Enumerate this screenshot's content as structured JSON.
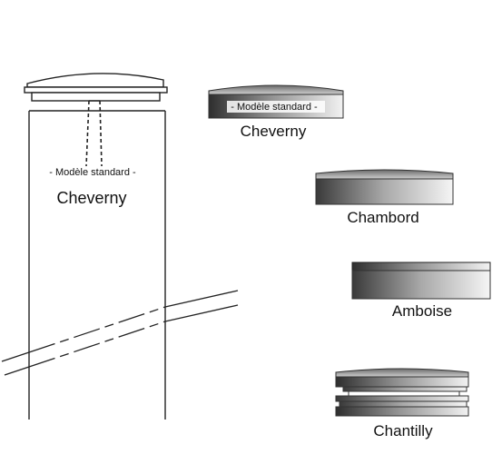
{
  "post": {
    "subtitle": "- Modèle standard -",
    "name": "Cheverny"
  },
  "caps": [
    {
      "name": "Cheverny",
      "subtitle": "- Modèle standard -"
    },
    {
      "name": "Chambord"
    },
    {
      "name": "Amboise"
    },
    {
      "name": "Chantilly"
    }
  ]
}
